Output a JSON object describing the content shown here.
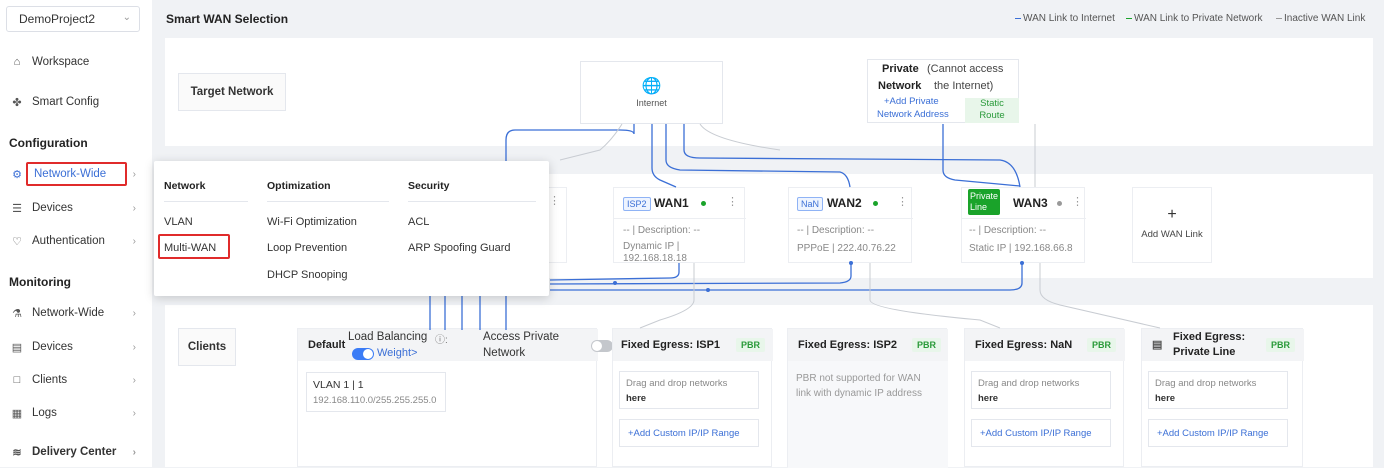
{
  "sidebar": {
    "project": "DemoProject2",
    "items_top": [
      {
        "label": "Workspace",
        "icon": "home-icon"
      },
      {
        "label": "Smart Config",
        "icon": "smart-config-icon"
      }
    ],
    "configuration_title": "Configuration",
    "configuration_items": [
      {
        "label": "Network-Wide",
        "icon": "gear-icon"
      },
      {
        "label": "Devices",
        "icon": "devices-icon"
      },
      {
        "label": "Authentication",
        "icon": "shield-icon"
      }
    ],
    "monitoring_title": "Monitoring",
    "monitoring_items": [
      {
        "label": "Network-Wide",
        "icon": "topology-icon"
      },
      {
        "label": "Devices",
        "icon": "devices-icon"
      },
      {
        "label": "Clients",
        "icon": "clients-icon"
      },
      {
        "label": "Logs",
        "icon": "logs-icon"
      }
    ],
    "delivery_center": "Delivery Center"
  },
  "header": {
    "title": "Smart WAN Selection",
    "legend": [
      "WAN Link to Internet",
      "WAN Link to Private Network",
      "Inactive WAN Link"
    ],
    "colors": {
      "internet": "#3b6fd6",
      "private": "#1aa32a",
      "inactive": "#999999"
    }
  },
  "target": {
    "label": "Target Network",
    "internet": "Internet",
    "private_title": "Private",
    "private_title2": "Network",
    "private_note": "(Cannot access",
    "private_note2": "the Internet)",
    "add_private": "+Add Private",
    "add_private2": "Network Address",
    "static1": "Static",
    "static2": "Route"
  },
  "wans": [
    {
      "tag": "ISP2",
      "name": "WAN1",
      "desc": "-- | Description: --",
      "info1": "Dynamic IP |",
      "info2": "192.168.18.18"
    },
    {
      "tag": "NaN",
      "name": "WAN2",
      "desc": "-- | Description: --",
      "info1": "PPPoE | 222.40.76.22",
      "info2": ""
    },
    {
      "tag1": "Private",
      "tag2": "Line",
      "name": "WAN3",
      "desc": "-- | Description: --",
      "info1": "Static IP | 192.168.66.8",
      "info2": ""
    }
  ],
  "add_wan": "Add WAN Link",
  "clients": {
    "label": "Clients",
    "default_title": "Default",
    "load_balancing": "Load Balancing",
    "weight": "Weight>",
    "access_private": "Access Private",
    "access_private2": "Network",
    "vlan": "VLAN 1 | 1",
    "subnet": "192.168.110.0/255.255.255.0",
    "columns": [
      {
        "title": "Fixed Egress: ISP1",
        "pbr": "PBR",
        "drag1": "Drag and drop networks",
        "drag2": "here",
        "add": "+Add Custom IP/IP Range"
      },
      {
        "title": "Fixed Egress: ISP2",
        "pbr": "PBR",
        "note1": "PBR not supported for WAN",
        "note2": "link with dynamic IP address"
      },
      {
        "title": "Fixed Egress: NaN",
        "pbr": "PBR",
        "drag1": "Drag and drop networks",
        "drag2": "here",
        "add": "+Add Custom IP/IP Range"
      },
      {
        "title": "Fixed Egress:",
        "title2": "Private Line",
        "pbr": "PBR",
        "drag1": "Drag and drop networks",
        "drag2": "here",
        "add": "+Add Custom IP/IP Range"
      }
    ]
  },
  "popup": {
    "network_title": "Network",
    "network_items": [
      "VLAN",
      "Multi-WAN"
    ],
    "optimization_title": "Optimization",
    "optimization_items": [
      "Wi-Fi Optimization",
      "Loop Prevention",
      "DHCP Snooping"
    ],
    "security_title": "Security",
    "security_items": [
      "ACL",
      "ARP Spoofing Guard"
    ]
  }
}
